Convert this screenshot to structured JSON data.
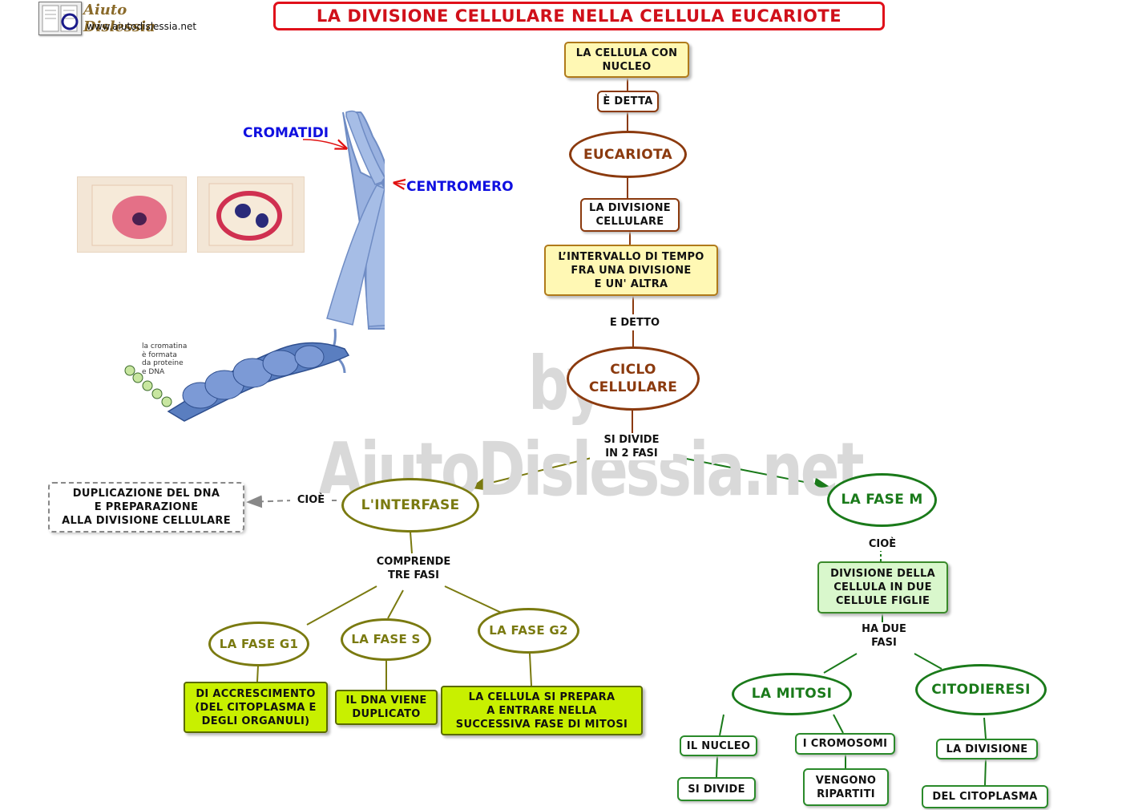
{
  "logo": {
    "name": "Aiuto Dislessia",
    "url": "www.aiutodislessia.net"
  },
  "title": "LA DIVISIONE CELLULARE NELLA CELLULA EUCARIOTE",
  "watermark": "by AiutoDislessia.net",
  "illustration": {
    "label_cromatidi": "CROMATIDI",
    "label_centromero": "CENTROMERO",
    "chromatin_caption": "la cromatina\nè formata\nda proteine\ne DNA"
  },
  "nodes": {
    "cellula_nucleo": "LA CELLULA CON\nNUCLEO",
    "e_detta": "È DETTA",
    "eucariota": "EUCARIOTA",
    "divisione_cellulare": "LA DIVISIONE\nCELLULARE",
    "intervallo": "L’INTERVALLO DI TEMPO\nFRA UNA DIVISIONE\nE UN' ALTRA",
    "e_detto": "E DETTO",
    "ciclo": "CICLO\nCELLULARE",
    "si_divide": "SI DIVIDE\nIN 2 FASI",
    "interfase": "L'INTERFASE",
    "cioe_left": "CIOÈ",
    "duplicazione": "DUPLICAZIONE DEL DNA\nE PREPARAZIONE\nALLA DIVISIONE CELLULARE",
    "comprende": "COMPRENDE\nTRE FASI",
    "fase_g1": "LA FASE G1",
    "fase_s": "LA FASE S",
    "fase_g2": "LA FASE G2",
    "g1_desc": "DI ACCRESCIMENTO\n(DEL CITOPLASMA E\nDEGLI ORGANULI)",
    "s_desc": "IL DNA VIENE\nDUPLICATO",
    "g2_desc": "LA CELLULA SI PREPARA\nA ENTRARE NELLA\nSUCCESSIVA FASE DI MITOSI",
    "fase_m": "LA FASE M",
    "cioe_right": "CIOÈ",
    "divisione_due": "DIVISIONE DELLA\nCELLULA IN DUE\nCELLULE FIGLIE",
    "ha_due": "HA DUE\nFASI",
    "mitosi": "LA  MITOSI",
    "citodieresi": "CITODIERESI",
    "il_nucleo": "IL NUCLEO",
    "si_divide2": "SI DIVIDE",
    "i_cromosomi": "I CROMOSOMI",
    "vengono": "VENGONO\nRIPARTITI",
    "la_divisione": "LA DIVISIONE",
    "del_citoplasma": "DEL CITOPLASMA"
  },
  "colors": {
    "title": "#d0101a",
    "brown": "#8b3a0e",
    "olive": "#7a7a10",
    "green": "#1a7a1a",
    "lime": "#c8f000",
    "chromosome": "#8fa8d8",
    "label_blue": "#1010e0"
  }
}
